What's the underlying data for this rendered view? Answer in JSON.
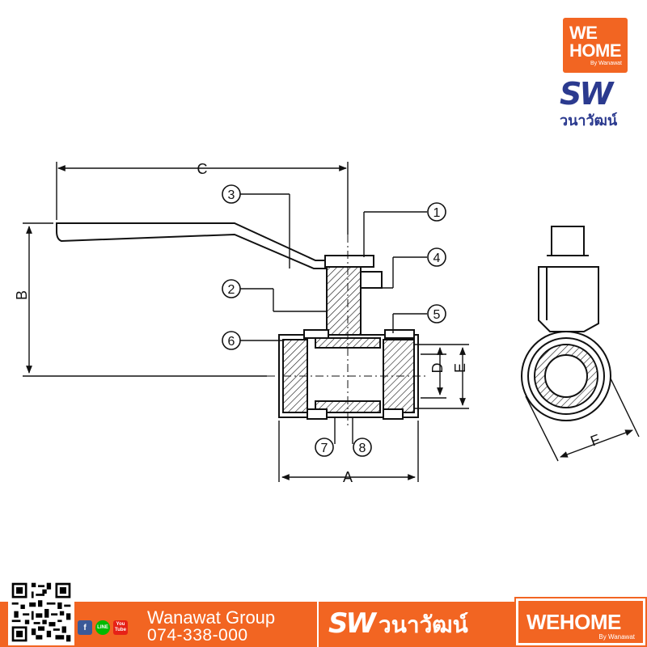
{
  "diagram": {
    "dimension_labels": {
      "a": "A",
      "b": "B",
      "c": "C",
      "d": "D",
      "e": "E",
      "f": "F"
    },
    "callouts": [
      "1",
      "2",
      "3",
      "4",
      "5",
      "6",
      "7",
      "8"
    ]
  },
  "logo_top": {
    "we_home_line1": "WE",
    "we_home_line2": "HOME",
    "we_home_by": "By Wanawat",
    "sw_mark": "SW",
    "sw_name": "วนาวัฒน์"
  },
  "footer": {
    "social_icons": [
      "facebook-icon",
      "line-icon",
      "youtube-icon"
    ],
    "social_labels": {
      "facebook": "f",
      "line": "LINE",
      "youtube": "You Tube"
    },
    "company_name": "Wanawat Group",
    "phone": "074-338-000",
    "sw_mark": "SW",
    "sw_name": "วนาวัฒน์",
    "we_home": "WEHOME",
    "we_home_by": "By Wanawat"
  },
  "colors": {
    "brand_orange": "#f26522",
    "brand_blue": "#2b3a8f",
    "line": "#111111"
  }
}
